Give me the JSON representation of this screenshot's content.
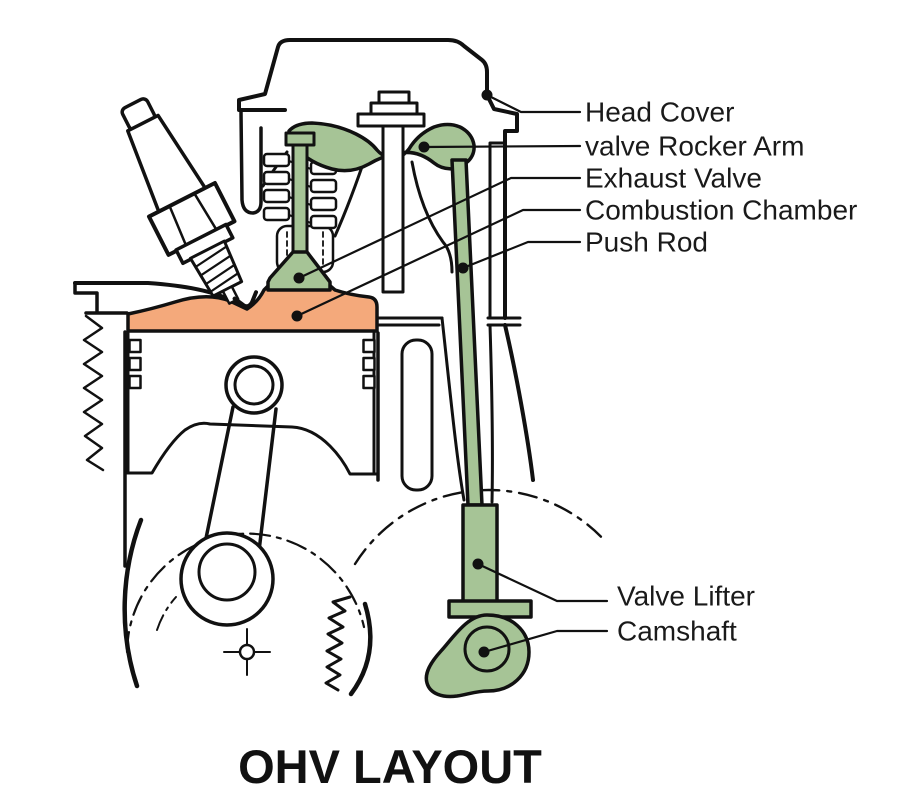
{
  "title": "OHV LAYOUT",
  "labels": {
    "head_cover": "Head Cover",
    "rocker_arm": "valve Rocker Arm",
    "exhaust_valve": "Exhaust Valve",
    "combustion_chamber": "Combustion Chamber",
    "push_rod": "Push Rod",
    "valve_lifter": "Valve Lifter",
    "camshaft": "Camshaft"
  },
  "colors": {
    "green": "#a6c496",
    "orange": "#f4a97b",
    "line": "#111111",
    "text": "#1a1a1a",
    "background": "#ffffff"
  }
}
